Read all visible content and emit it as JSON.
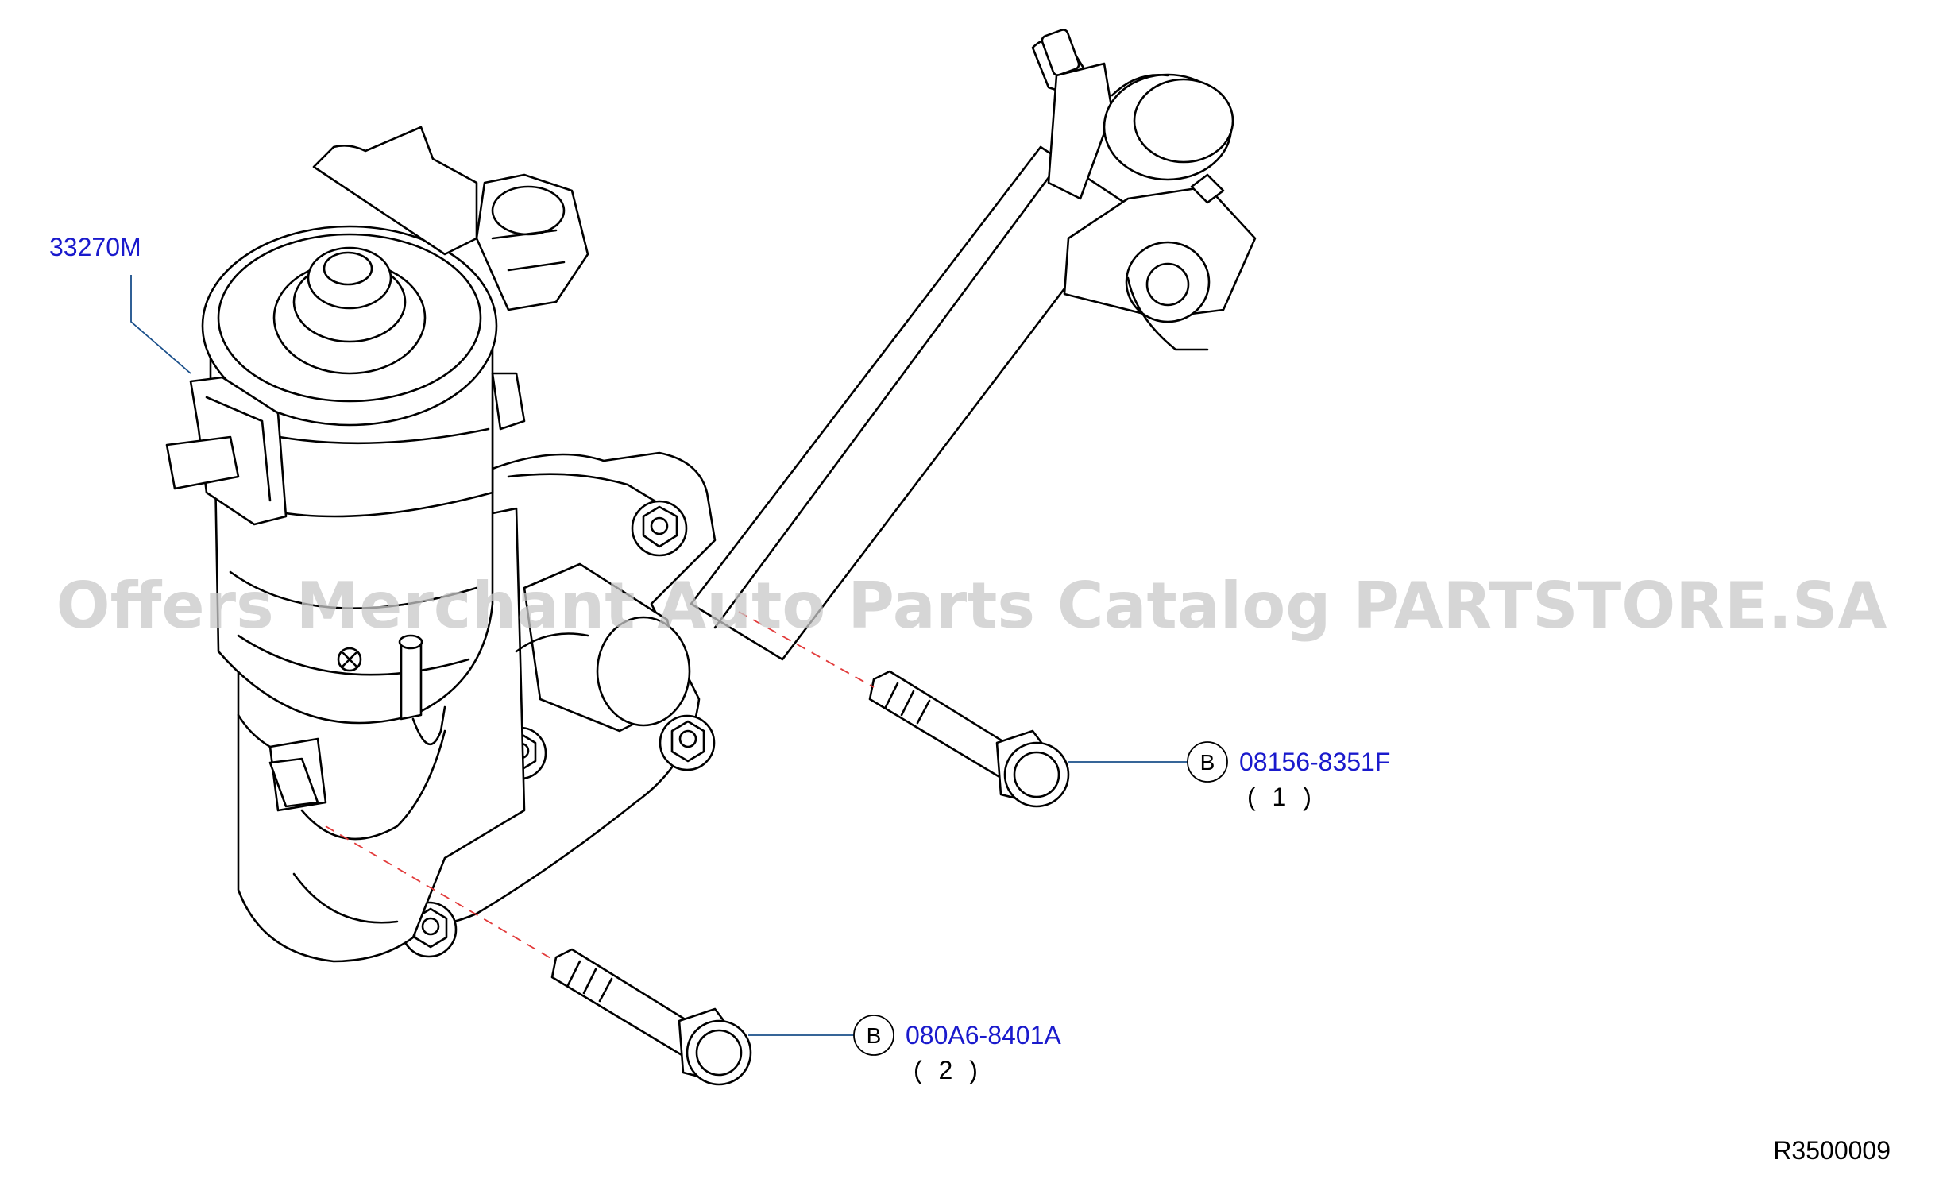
{
  "watermark": "Offers Merchant Auto Parts Catalog PARTSTORE.SA",
  "diagram_ref": "R3500009",
  "colors": {
    "link": "#1a1acc",
    "leader": "#1a4f8a",
    "dash": "#e23b3b",
    "line": "#000000"
  },
  "parts": {
    "actuator": {
      "number": "33270M"
    },
    "bolt_upper": {
      "badge": "B",
      "number": "08156-8351F",
      "qty": "( 1 )"
    },
    "bolt_lower": {
      "badge": "B",
      "number": "080A6-8401A",
      "qty": "( 2 )"
    }
  }
}
